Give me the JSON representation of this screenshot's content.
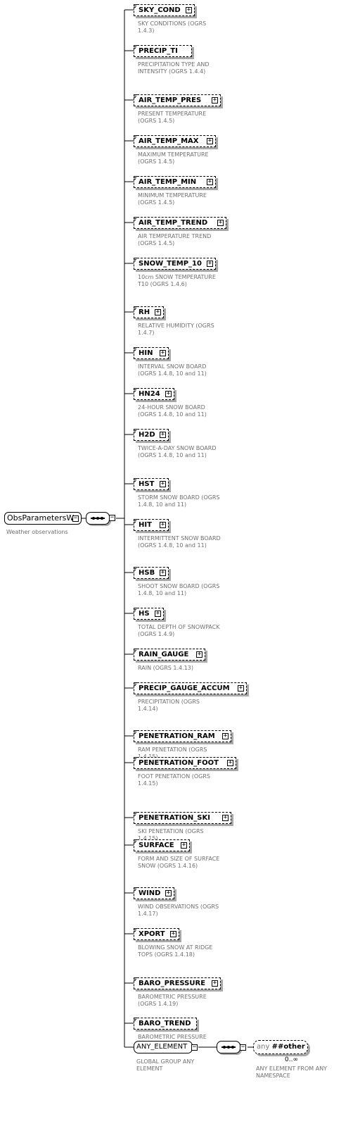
{
  "root": {
    "label": "ObsParametersWx",
    "description": "Weather observations"
  },
  "elements": [
    {
      "name": "SKY_COND",
      "description": "SKY CONDITIONS (OGRS 1.4.3)",
      "expandable": true
    },
    {
      "name": "PRECIP_TI",
      "description": "PRECIPITATION TYPE AND INTENSITY (OGRS 1.4.4)",
      "expandable": false
    },
    {
      "name": "AIR_TEMP_PRES",
      "description": "PRESENT TEMPERATURE (OGRS 1.4.5)",
      "expandable": true
    },
    {
      "name": "AIR_TEMP_MAX",
      "description": "MAXIMUM TEMPERATURE (OGRS 1.4.5)",
      "expandable": true
    },
    {
      "name": "AIR_TEMP_MIN",
      "description": "MINIMUM TEMPERATURE (OGRS 1.4.5)",
      "expandable": true
    },
    {
      "name": "AIR_TEMP_TREND",
      "description": "AIR TEMPERATURE TREND (OGRS 1.4.5)",
      "expandable": true
    },
    {
      "name": "SNOW_TEMP_10",
      "description": "10cm SNOW TEMPERATURE T10 (OGRS 1.4.6)",
      "expandable": true
    },
    {
      "name": "RH",
      "description": "RELATIVE HUMIDITY (OGRS 1.4.7)",
      "expandable": true
    },
    {
      "name": "HIN",
      "description": "INTERVAL SNOW BOARD (OGRS 1.4.8, 10 and 11)",
      "expandable": true
    },
    {
      "name": "HN24",
      "description": "24-HOUR SNOW BOARD (OGRS 1.4.8, 10 and 11)",
      "expandable": true
    },
    {
      "name": "H2D",
      "description": "TWICE-A-DAY SNOW BOARD (OGRS 1.4.8, 10 and 11)",
      "expandable": true
    },
    {
      "name": "HST",
      "description": "STORM SNOW BOARD (OGRS 1.4.8, 10 and 11)",
      "expandable": true
    },
    {
      "name": "HIT",
      "description": "INTERMITTENT SNOW BOARD (OGRS 1.4.8, 10 and 11)",
      "expandable": true
    },
    {
      "name": "HSB",
      "description": "SHOOT SNOW BOARD (OGRS 1.4.8, 10 and 11)",
      "expandable": true
    },
    {
      "name": "HS",
      "description": "TOTAL DEPTH OF SNOWPACK (OGRS 1.4.9)",
      "expandable": true
    },
    {
      "name": "RAIN_GAUGE",
      "description": "RAIN (OGRS 1.4.13)",
      "expandable": true
    },
    {
      "name": "PRECIP_GAUGE_ACCUM",
      "description": "PRECIPITATION (OGRS 1.4.14)",
      "expandable": true
    },
    {
      "name": "PENETRATION_RAM",
      "description": "RAM PENETATION (OGRS 1.4.15)",
      "expandable": true
    },
    {
      "name": "PENETRATION_FOOT",
      "description": "FOOT PENETATION (OGRS 1.4.15)",
      "expandable": true
    },
    {
      "name": "PENETRATION_SKI",
      "description": "SKI PENETATION (OGRS 1.4.15)",
      "expandable": true
    },
    {
      "name": "SURFACE",
      "description": "FORM AND SIZE OF SURFACE SNOW (OGRS 1.4.16)",
      "expandable": true
    },
    {
      "name": "WIND",
      "description": "WIND OBSERVATIONS (OGRS 1.4.17)",
      "expandable": true
    },
    {
      "name": "XPORT",
      "description": "BLOWING SNOW AT RIDGE TOPS (OGRS 1.4.18)",
      "expandable": true
    },
    {
      "name": "BARO_PRESSURE",
      "description": "BAROMETRIC PRESSURE (OGRS 1.4.19)",
      "expandable": true
    },
    {
      "name": "BARO_TREND",
      "description": "BAROMETRIC PRESSURE (OGRS 1.4.19)",
      "expandable": false
    }
  ],
  "group": {
    "label": "ANY_ELEMENT",
    "description": "GLOBAL GROUP ANY ELEMENT"
  },
  "any": {
    "keyword": "any",
    "namespace": "##other",
    "occurrence": "0..∞",
    "description": "ANY ELEMENT FROM ANY NAMESPACE"
  }
}
